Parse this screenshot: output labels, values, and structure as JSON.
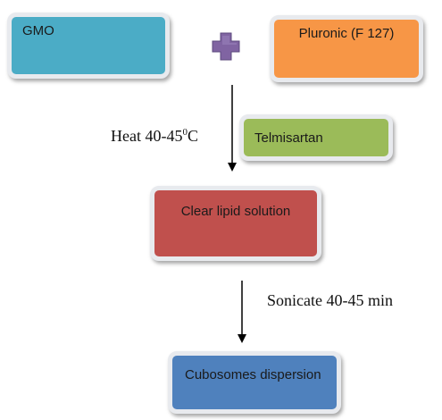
{
  "boxes": {
    "gmo": "GMO",
    "pluronic": "Pluronic (F 127)",
    "telmisartan": "Telmisartan",
    "clear_lipid": "Clear lipid solution",
    "cubosomes": "Cubosomes dispersion"
  },
  "labels": {
    "heat_prefix": "Heat 40-45",
    "heat_sup": "0",
    "heat_suffix": "C",
    "sonicate": "Sonicate 40-45 min"
  },
  "colors": {
    "gmo": "#4bacc6",
    "pluronic": "#f79646",
    "telmisartan": "#9bbb59",
    "clear_lipid": "#c0504d",
    "cubosomes": "#4f81bd",
    "plus": "#8064a2"
  }
}
